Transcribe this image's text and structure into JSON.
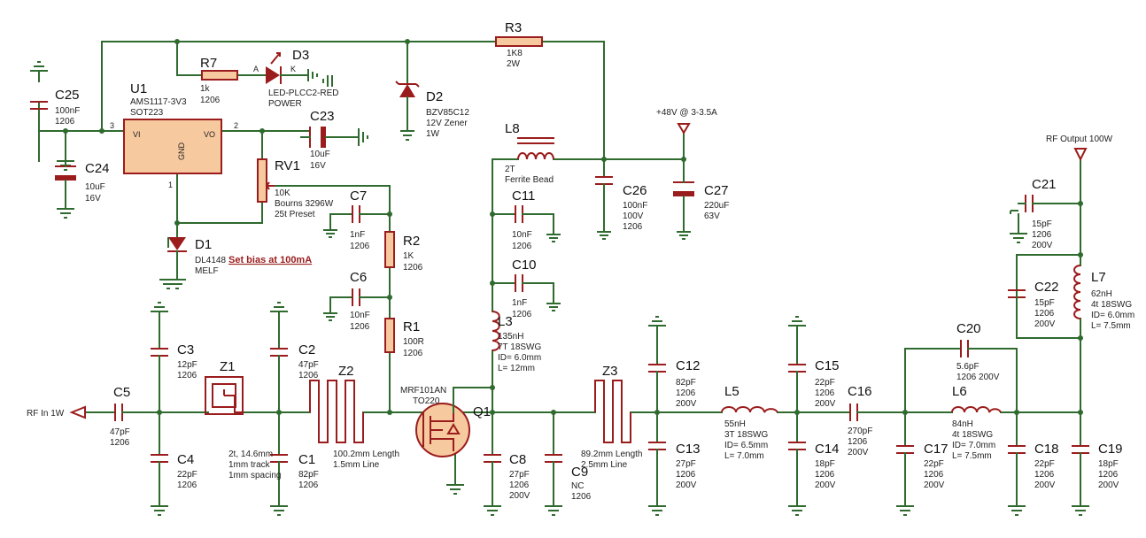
{
  "components": [
    {
      "id": "C25",
      "ref": "C25",
      "vals": [
        "100nF",
        "1206"
      ]
    },
    {
      "id": "C24",
      "ref": "C24",
      "vals": [
        "10uF",
        "16V"
      ]
    },
    {
      "id": "U1",
      "ref": "U1",
      "vals": [
        "AMS1117-3V3",
        "SOT223"
      ],
      "pins": [
        "VI",
        "VO",
        "GND",
        "3",
        "2",
        "1"
      ]
    },
    {
      "id": "R7",
      "ref": "R7",
      "vals": [
        "1k",
        "1206"
      ],
      "pins": [
        "A",
        "K"
      ]
    },
    {
      "id": "D3",
      "ref": "D3",
      "vals": [
        "LED-PLCC2-RED",
        "POWER"
      ]
    },
    {
      "id": "R3",
      "ref": "R3",
      "vals": [
        "1K8",
        "2W"
      ]
    },
    {
      "id": "D2",
      "ref": "D2",
      "vals": [
        "BZV85C12",
        "12V Zener",
        "1W"
      ]
    },
    {
      "id": "C23",
      "ref": "C23",
      "vals": [
        "10uF",
        "16V"
      ]
    },
    {
      "id": "RV1",
      "ref": "RV1",
      "vals": [
        "10K",
        "Bourns 3296W",
        "25t Preset"
      ]
    },
    {
      "id": "D1",
      "ref": "D1",
      "vals": [
        "DL4148",
        "MELF"
      ]
    },
    {
      "id": "C7",
      "ref": "C7",
      "vals": [
        "1nF",
        "1206"
      ]
    },
    {
      "id": "R2",
      "ref": "R2",
      "vals": [
        "1K",
        "1206"
      ]
    },
    {
      "id": "C6",
      "ref": "C6",
      "vals": [
        "10nF",
        "1206"
      ]
    },
    {
      "id": "R1",
      "ref": "R1",
      "vals": [
        "100R",
        "1206"
      ]
    },
    {
      "id": "L8",
      "ref": "L8",
      "vals": [
        "2T",
        "Ferrite Bead"
      ]
    },
    {
      "id": "C11",
      "ref": "C11",
      "vals": [
        "10nF",
        "1206"
      ]
    },
    {
      "id": "C10",
      "ref": "C10",
      "vals": [
        "1nF",
        "1206"
      ]
    },
    {
      "id": "C26",
      "ref": "C26",
      "vals": [
        "100nF",
        "100V",
        "1206"
      ]
    },
    {
      "id": "C27",
      "ref": "C27",
      "vals": [
        "220uF",
        "63V"
      ]
    },
    {
      "id": "L3",
      "ref": "L3",
      "vals": [
        "135nH",
        "7T 18SWG",
        "ID= 6.0mm",
        "L= 12mm"
      ]
    },
    {
      "id": "Q1",
      "ref": "Q1",
      "vals": [
        "MRF101AN",
        "TO220"
      ]
    },
    {
      "id": "C5",
      "ref": "C5",
      "vals": [
        "47pF",
        "1206"
      ]
    },
    {
      "id": "C3",
      "ref": "C3",
      "vals": [
        "12pF",
        "1206"
      ]
    },
    {
      "id": "C4",
      "ref": "C4",
      "vals": [
        "22pF",
        "1206"
      ]
    },
    {
      "id": "Z1",
      "ref": "Z1",
      "vals": [
        "2t, 14.6mm",
        "1mm track",
        "1mm spacing"
      ]
    },
    {
      "id": "C2",
      "ref": "C2",
      "vals": [
        "47pF",
        "1206"
      ]
    },
    {
      "id": "C1",
      "ref": "C1",
      "vals": [
        "82pF",
        "1206"
      ]
    },
    {
      "id": "Z2",
      "ref": "Z2",
      "vals": [
        "100.2mm Length",
        "1.5mm Line"
      ]
    },
    {
      "id": "C8",
      "ref": "C8",
      "vals": [
        "27pF",
        "1206",
        "200V"
      ]
    },
    {
      "id": "C9",
      "ref": "C9",
      "vals": [
        "NC",
        "1206"
      ]
    },
    {
      "id": "Z3",
      "ref": "Z3",
      "vals": [
        "89.2mm Length",
        "2.5mm Line"
      ]
    },
    {
      "id": "C12",
      "ref": "C12",
      "vals": [
        "82pF",
        "1206",
        "200V"
      ]
    },
    {
      "id": "C13",
      "ref": "C13",
      "vals": [
        "27pF",
        "1206",
        "200V"
      ]
    },
    {
      "id": "L5",
      "ref": "L5",
      "vals": [
        "55nH",
        "3T 18SWG",
        "ID= 6.5mm",
        "L= 7.0mm"
      ]
    },
    {
      "id": "C15",
      "ref": "C15",
      "vals": [
        "22pF",
        "1206",
        "200V"
      ]
    },
    {
      "id": "C14",
      "ref": "C14",
      "vals": [
        "18pF",
        "1206",
        "200V"
      ]
    },
    {
      "id": "C16",
      "ref": "C16",
      "vals": [
        "270pF",
        "1206",
        "200V"
      ]
    },
    {
      "id": "C20",
      "ref": "C20",
      "vals": [
        "5.6pF",
        "1206 200V"
      ]
    },
    {
      "id": "L6",
      "ref": "L6",
      "vals": [
        "84nH",
        "4t 18SWG",
        "ID= 7.0mm",
        "L= 7.5mm"
      ]
    },
    {
      "id": "C17",
      "ref": "C17",
      "vals": [
        "22pF",
        "1206",
        "200V"
      ]
    },
    {
      "id": "C18",
      "ref": "C18",
      "vals": [
        "22pF",
        "1206",
        "200V"
      ]
    },
    {
      "id": "C19",
      "ref": "C19",
      "vals": [
        "18pF",
        "1206",
        "200V"
      ]
    },
    {
      "id": "C21",
      "ref": "C21",
      "vals": [
        "15pF",
        "1206",
        "200V"
      ]
    },
    {
      "id": "C22",
      "ref": "C22",
      "vals": [
        "15pF",
        "1206",
        "200V"
      ]
    },
    {
      "id": "L7",
      "ref": "L7",
      "vals": [
        "62nH",
        "4t 18SWG",
        "ID= 6.0mm",
        "L= 7.5mm"
      ]
    }
  ],
  "nets": {
    "rf_in": "RF In 1W",
    "rf_out": "RF Output 100W",
    "supply": "+48V @ 3-3.5A"
  },
  "note": "Set bias at 100mA",
  "colors": {
    "wire": "#2f6b2f",
    "part": "#9b1c1c",
    "fill": "#f7c99f"
  }
}
